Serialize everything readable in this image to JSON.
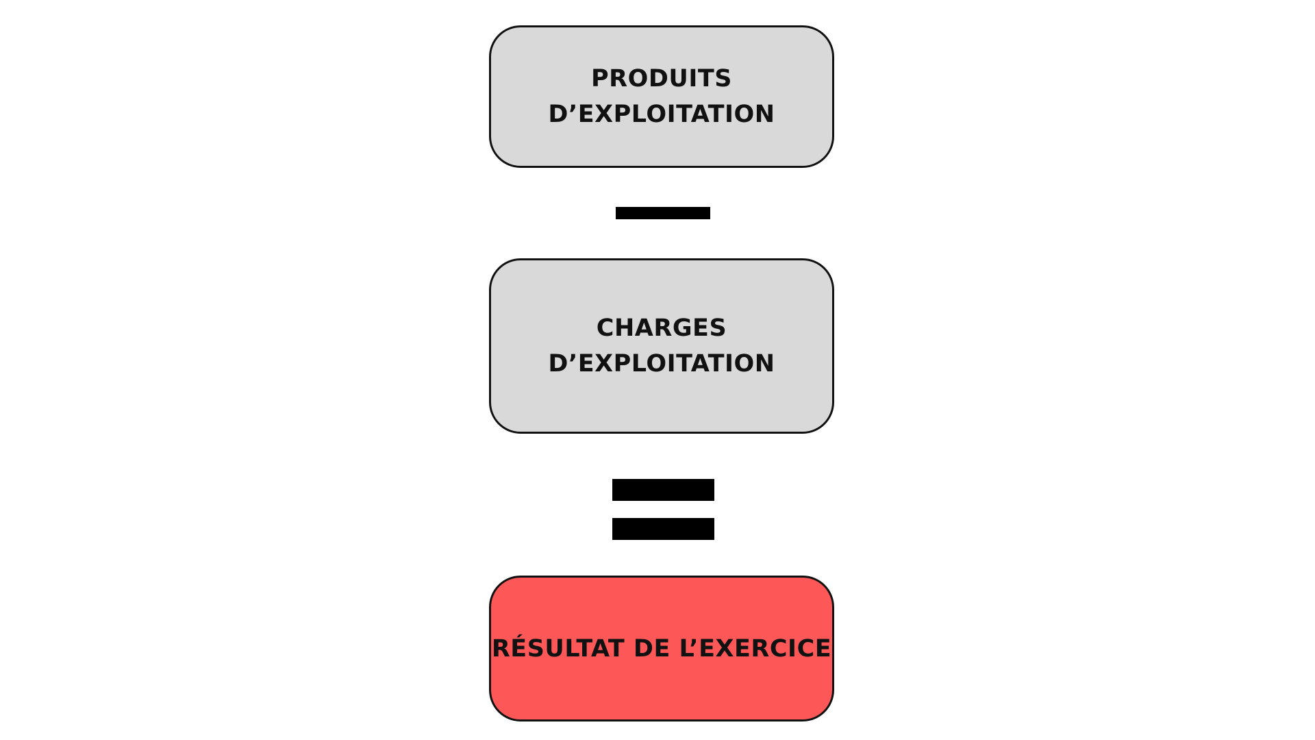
{
  "colors": {
    "neutral_box_fill": "#d9d9d9",
    "result_box_fill": "#fd5758",
    "border": "#111111",
    "operator": "#000000"
  },
  "boxes": {
    "produits": {
      "line1": "PRODUITS",
      "line2": "D’EXPLOITATION"
    },
    "charges": {
      "line1": "CHARGES",
      "line2": "D’EXPLOITATION"
    },
    "resultat": {
      "line1": "RÉSULTAT DE L’EXERCICE"
    }
  },
  "operators": [
    "minus",
    "equals"
  ]
}
